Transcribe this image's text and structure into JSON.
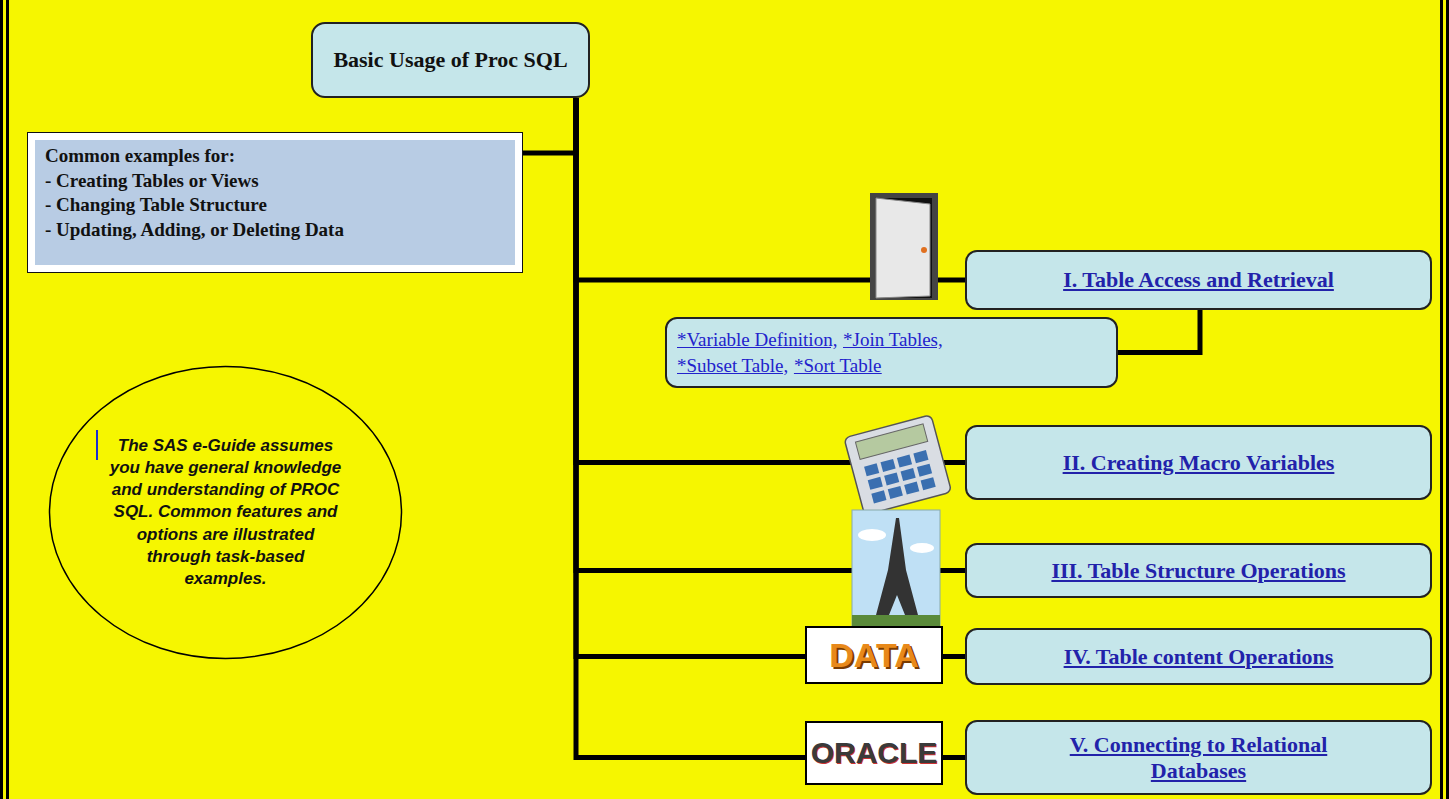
{
  "diagram": {
    "nodes": [
      {
        "text": [
          "Basic Usage of Proc SQL"
        ]
      },
      {
        "text": [
          "Common examples for:",
          "- Creating Tables or Views",
          "- Changing Table Structure",
          "- Updating, Adding, or Deleting Data"
        ]
      },
      {
        "text": [
          "I. Table Access and Retrieval"
        ]
      },
      {
        "text": [
          "*Variable Definition,",
          "*Join Tables,",
          "*Subset Table,",
          "*Sort Table"
        ]
      },
      {
        "text": [
          "The SAS e-Guide assumes you have general knowledge and understanding of PROC SQL. Common features and options are illustrated through task-based examples."
        ]
      },
      {
        "text": [
          "II. Creating Macro Variables"
        ]
      },
      {
        "text": [
          "III. Table Structure Operations"
        ]
      },
      {
        "text": [
          "IV. Table content Operations"
        ]
      },
      {
        "text": [
          "V. Connecting to Relational Databases"
        ]
      }
    ],
    "edges": [
      {
        "from": 0,
        "to": 1,
        "arrow": "none"
      },
      {
        "from": 0,
        "to": 2,
        "arrow": "none"
      },
      {
        "from": 0,
        "to": 5,
        "arrow": "none"
      },
      {
        "from": 0,
        "to": 6,
        "arrow": "none"
      },
      {
        "from": 0,
        "to": 7,
        "arrow": "none"
      },
      {
        "from": 0,
        "to": 8,
        "arrow": "none"
      },
      {
        "from": 3,
        "to": 2,
        "arrow": "none"
      }
    ],
    "labels": [
      "DATA",
      "ORACLE"
    ]
  }
}
